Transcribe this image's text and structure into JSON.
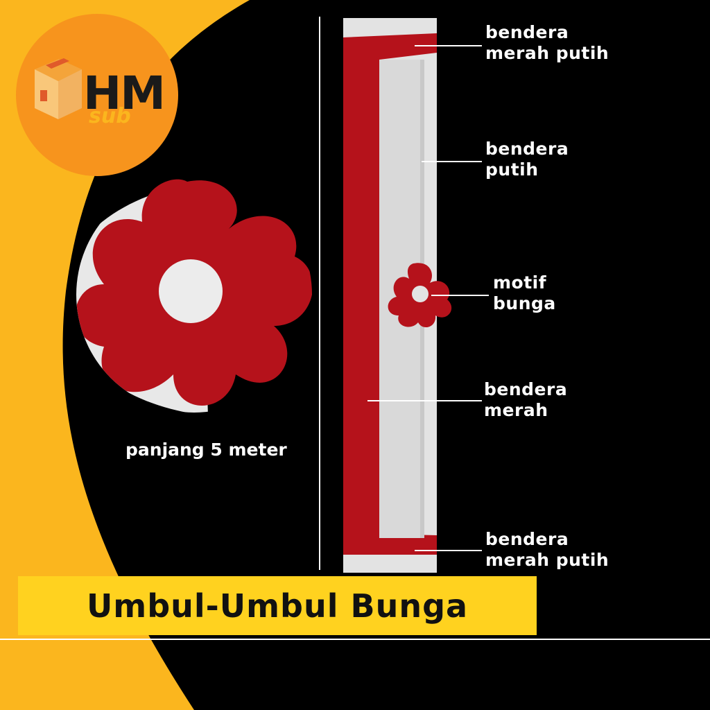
{
  "logo": {
    "main": "HM",
    "sub": "sub",
    "icon": "box-icon"
  },
  "length_text": "panjang 5 meter",
  "labels": {
    "top": "bendera\nmerah putih",
    "white": "bendera\nputih",
    "motif": "motif\nbunga",
    "red": "bendera\nmerah",
    "bottom": "bendera\nmerah putih"
  },
  "title": "Umbul-Umbul Bunga",
  "colors": {
    "yellow": "#fbb61e",
    "orange": "#f7941d",
    "red": "#b5121b",
    "white": "#e6e6e6",
    "banner": "#ffd21f"
  }
}
